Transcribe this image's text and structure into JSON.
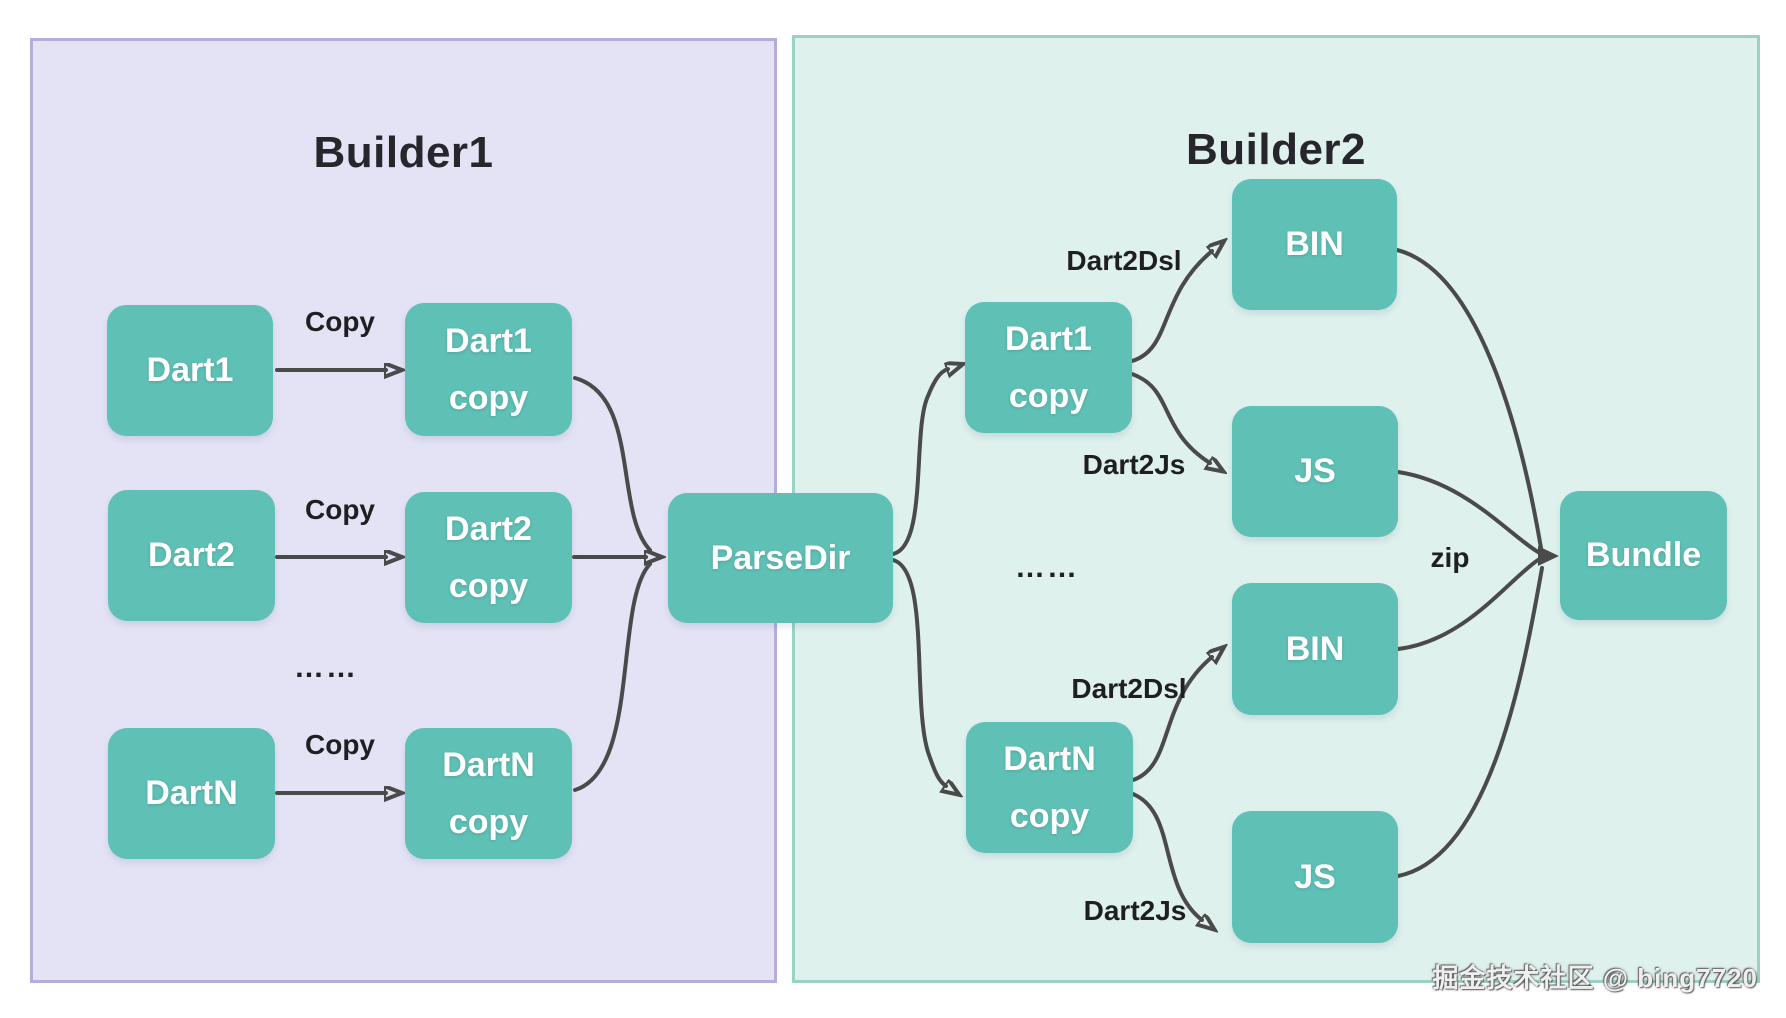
{
  "colors": {
    "builder1_bg": "#E4E3F5",
    "builder1_border": "#B5ACDB",
    "builder2_bg": "#DFF1ED",
    "builder2_border": "#9CD1C6",
    "node_fill": "#5FC0B6",
    "node_text": "#FFFFFF",
    "arrow": "#4A4A4A",
    "label_text": "#1F1F23",
    "title_text": "#26262C"
  },
  "builder1": {
    "title": "Builder1",
    "nodes": {
      "dart1": "Dart1",
      "dart1_copy": [
        "Dart1",
        "copy"
      ],
      "dart2": "Dart2",
      "dart2_copy": [
        "Dart2",
        "copy"
      ],
      "dartn": "DartN",
      "dartn_copy": [
        "DartN",
        "copy"
      ]
    },
    "dots": "……",
    "edge_labels": {
      "copy_1": "Copy",
      "copy_2": "Copy",
      "copy_3": "Copy"
    }
  },
  "parsedir": "ParseDir",
  "builder2": {
    "title": "Builder2",
    "nodes": {
      "dart1_copy": [
        "Dart1",
        "copy"
      ],
      "bin_top": "BIN",
      "js_top": "JS",
      "dartn_copy": [
        "DartN",
        "copy"
      ],
      "bin_bottom": "BIN",
      "js_bottom": "JS",
      "bundle": "Bundle"
    },
    "dots": "……",
    "edge_labels": {
      "dart2dsl_top": "Dart2Dsl",
      "dart2js_top": "Dart2Js",
      "dart2dsl_bottom": "Dart2Dsl",
      "dart2js_bottom": "Dart2Js",
      "zip": "zip"
    }
  },
  "watermark": "掘金技术社区 @ bing7720"
}
